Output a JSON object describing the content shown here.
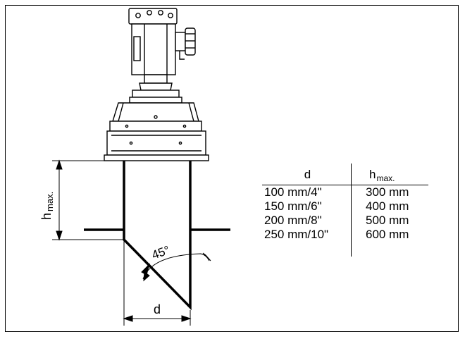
{
  "diagram": {
    "d_label": "d",
    "h_label": "h",
    "h_sub": "max.",
    "angle_label": "45°"
  },
  "table": {
    "col1_header": "d",
    "col2_header": "h",
    "col2_header_sub": "max.",
    "rows": [
      {
        "d": "100 mm/4\"",
        "h": "300 mm"
      },
      {
        "d": "150 mm/6\"",
        "h": "400 mm"
      },
      {
        "d": "200 mm/8\"",
        "h": "500 mm"
      },
      {
        "d": "250 mm/10\"",
        "h": "600 mm"
      }
    ]
  }
}
